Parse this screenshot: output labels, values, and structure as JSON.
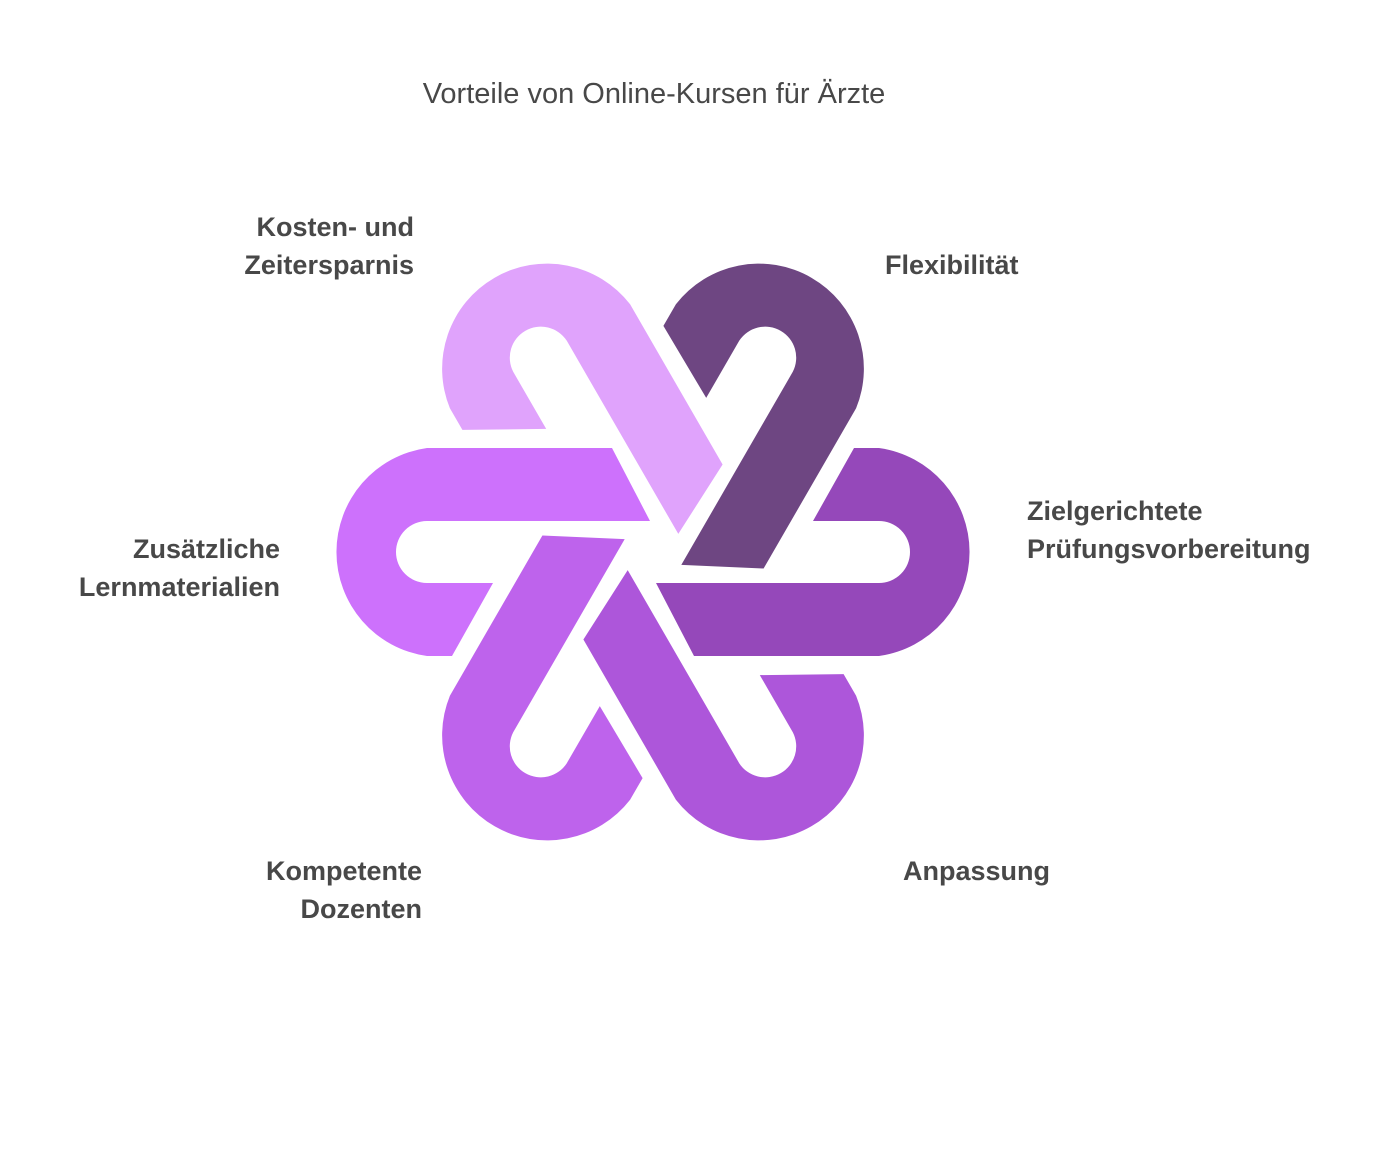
{
  "title": "Vorteile von Online-Kursen für Ärzte",
  "segments": [
    {
      "id": "kosten",
      "lines": [
        "Kosten- und",
        "Zeitersparnis"
      ],
      "color": "#E0A3FC"
    },
    {
      "id": "flexibilitaet",
      "lines": [
        "Flexibilität"
      ],
      "color": "#6E4682"
    },
    {
      "id": "pruefung",
      "lines": [
        "Zielgerichtete",
        "Prüfungsvorbereitung"
      ],
      "color": "#9548BA"
    },
    {
      "id": "anpassung",
      "lines": [
        "Anpassung"
      ],
      "color": "#AD56DA"
    },
    {
      "id": "dozenten",
      "lines": [
        "Kompetente",
        "Dozenten"
      ],
      "color": "#BE63EC"
    },
    {
      "id": "materialien",
      "lines": [
        "Zusätzliche",
        "Lernmaterialien"
      ],
      "color": "#CD71FC"
    }
  ]
}
